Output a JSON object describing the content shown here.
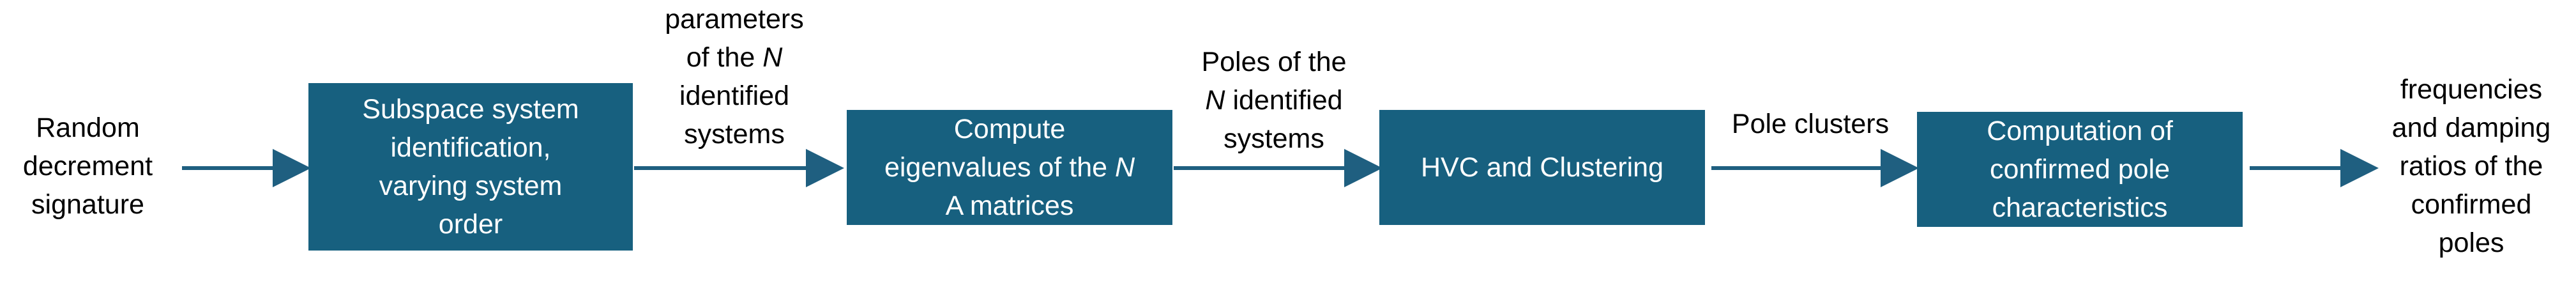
{
  "colors": {
    "box_fill": "#17607f",
    "box_text": "#ffffff",
    "arrow": "#1f5f80",
    "label_text": "#000000"
  },
  "input": {
    "lines": [
      "Random",
      "decrement",
      "signature"
    ]
  },
  "boxes": [
    {
      "lines": [
        "Subspace  system",
        "identification,",
        "varying  system",
        "order"
      ]
    },
    {
      "lines": [
        "Compute",
        "eigenvalues of the N",
        "A matrices"
      ],
      "italic_token": "N"
    },
    {
      "lines": [
        "HVC and Clustering"
      ]
    },
    {
      "lines": [
        "Computation of",
        "confirmed pole",
        "characteristics"
      ]
    }
  ],
  "edge_labels": [
    {
      "lines": [
        "parameters",
        "of the N",
        "identified",
        "systems"
      ],
      "italic_token": "N"
    },
    {
      "lines": [
        "Poles of the",
        "N identified",
        "systems"
      ],
      "italic_token": "N"
    },
    {
      "lines": [
        "Pole clusters"
      ]
    }
  ],
  "output": {
    "lines": [
      "frequencies",
      "and damping",
      "ratios of the",
      "confirmed",
      "poles"
    ]
  }
}
